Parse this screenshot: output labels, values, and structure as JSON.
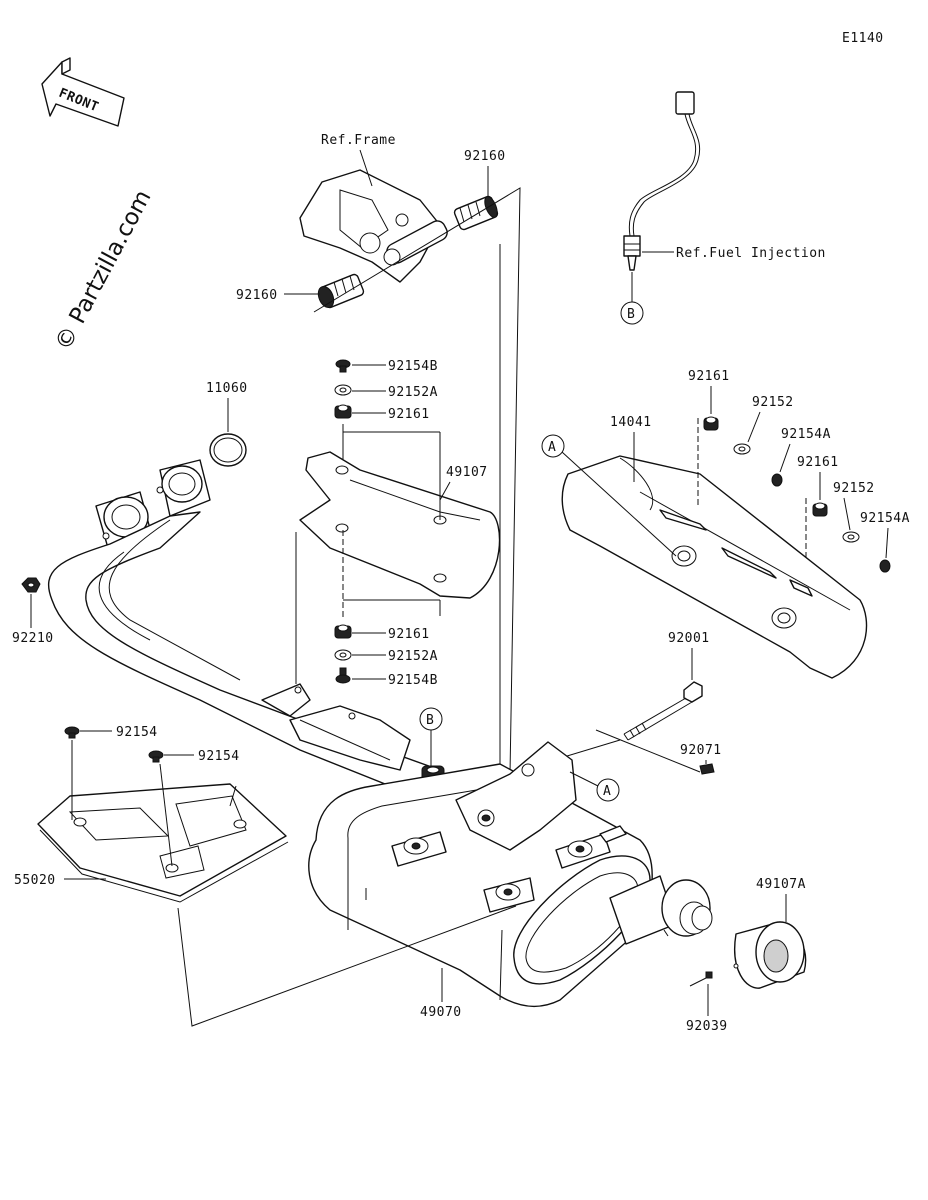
{
  "diagram_code": "E1140",
  "front_label": "FRONT",
  "watermark": "© Partzilla.com",
  "refs": {
    "frame": "Ref.Frame",
    "fuel_injection": "Ref.Fuel Injection"
  },
  "markers": {
    "a": "A",
    "b": "B"
  },
  "parts": {
    "p92160_top": "92160",
    "p92160_left": "92160",
    "p92154B_top": "92154B",
    "p92152A_top": "92152A",
    "p92161_top": "92161",
    "p11060": "11060",
    "p49107": "49107",
    "p92161_mid": "92161",
    "p92152A_mid": "92152A",
    "p92154B_mid": "92154B",
    "p92210": "92210",
    "p14041": "14041",
    "p92161_r1": "92161",
    "p92152_r1": "92152",
    "p92154A_r1": "92154A",
    "p92161_r2": "92161",
    "p92152_r2": "92152",
    "p92154A_r2": "92154A",
    "p92001": "92001",
    "p92071": "92071",
    "p92154_a": "92154",
    "p92154_b": "92154",
    "p55020": "55020",
    "p49070": "49070",
    "p49107A": "49107A",
    "p92039": "92039"
  }
}
